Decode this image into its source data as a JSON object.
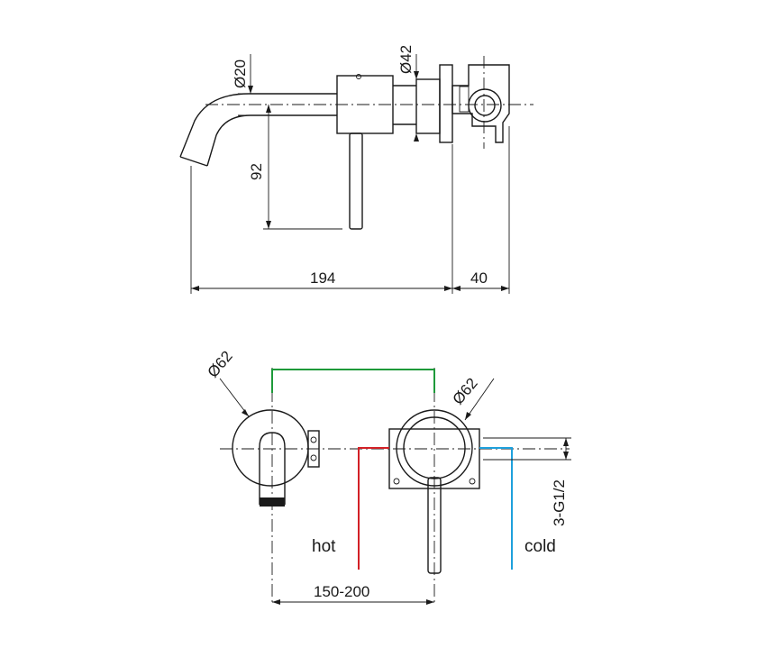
{
  "side_view": {
    "dim_pipe_diameter": "Ø20",
    "dim_body_diameter": "Ø42",
    "dim_spout_height": "92",
    "dim_total_length": "194",
    "dim_wall_depth": "40"
  },
  "front_view": {
    "dim_left_plate": "Ø62",
    "dim_right_plate": "Ø62",
    "dim_thread": "3-G1/2",
    "dim_spacing": "150-200",
    "label_hot": "hot",
    "label_cold": "cold"
  },
  "colors": {
    "hot": "#d32026",
    "cold": "#1ea0dc",
    "spacing_bracket": "#1e9a3a",
    "line": "#1a1a1a"
  }
}
